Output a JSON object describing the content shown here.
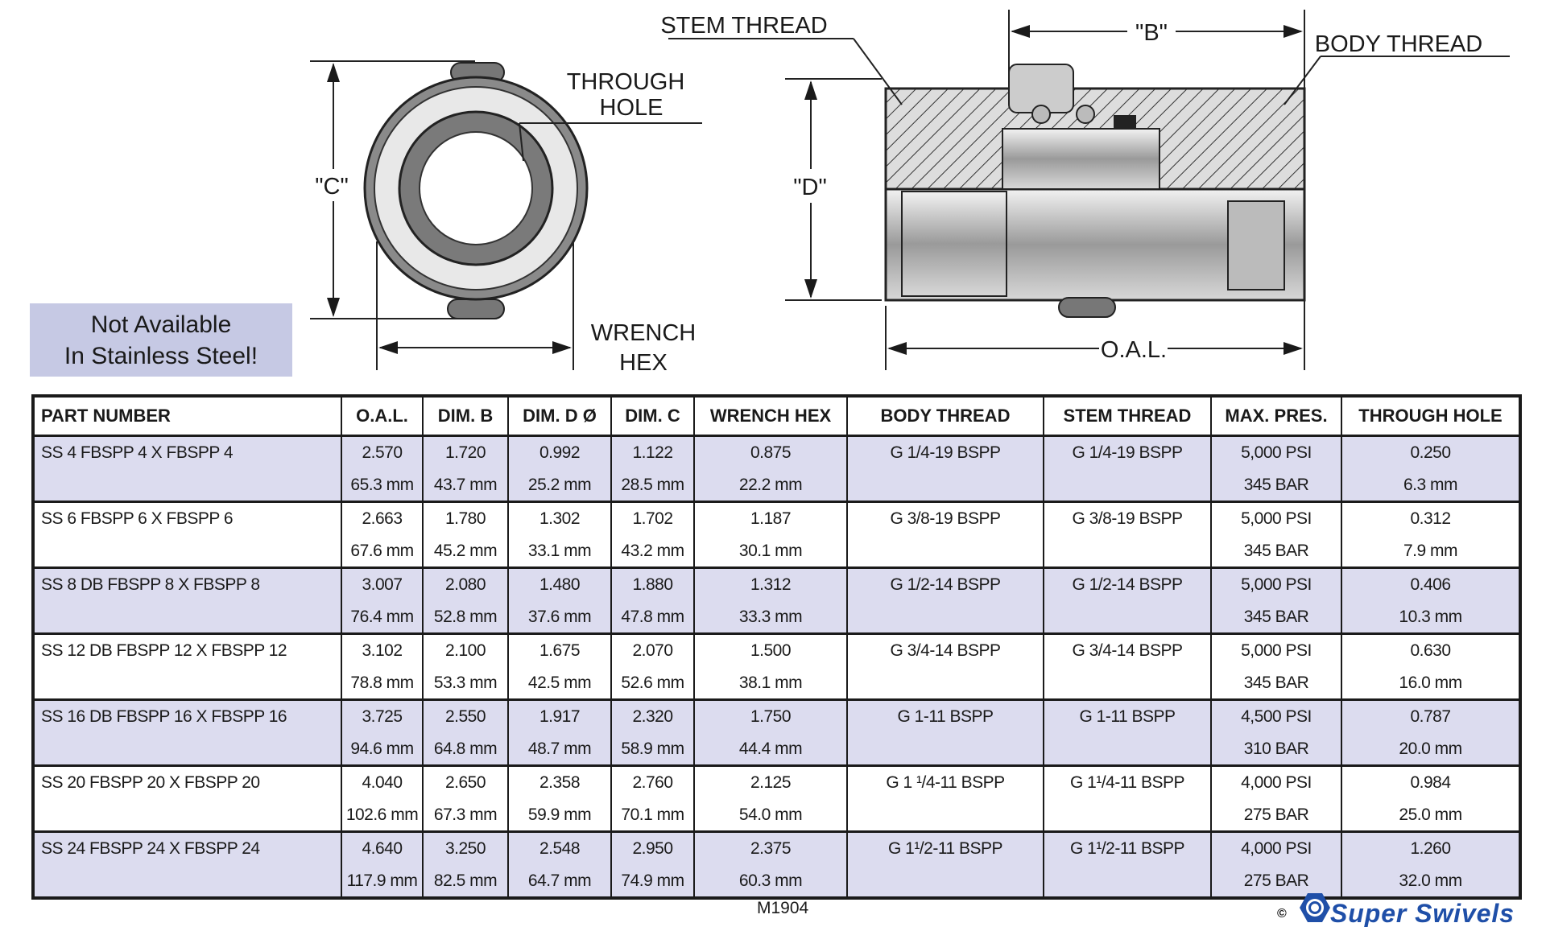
{
  "drawing_labels": {
    "dim_c": "\"C\"",
    "through_hole_1": "THROUGH",
    "through_hole_2": "HOLE",
    "wrench_hex_1": "WRENCH",
    "wrench_hex_2": "HEX",
    "stem_thread": "STEM THREAD",
    "dim_b": "\"B\"",
    "body_thread": "BODY THREAD",
    "dim_d": "\"D\"",
    "oal": "O.A.L."
  },
  "notice": {
    "line1": "Not Available",
    "line2": "In Stainless Steel!"
  },
  "table": {
    "headers": [
      "PART NUMBER",
      "O.A.L.",
      "DIM. B",
      "DIM. D Ø",
      "DIM. C",
      "WRENCH HEX",
      "BODY THREAD",
      "STEM THREAD",
      "MAX. PRES.",
      "THROUGH HOLE"
    ],
    "rows": [
      {
        "part": "SS 4 FBSPP 4 X FBSPP 4",
        "oal": [
          "2.570",
          "65.3 mm"
        ],
        "b": [
          "1.720",
          "43.7 mm"
        ],
        "d": [
          "0.992",
          "25.2 mm"
        ],
        "c": [
          "1.122",
          "28.5 mm"
        ],
        "hex": [
          "0.875",
          "22.2 mm"
        ],
        "body": "G 1/4-19 BSPP",
        "stem": "G 1/4-19 BSPP",
        "pres": [
          "5,000 PSI",
          "345 BAR"
        ],
        "hole": [
          "0.250",
          "6.3 mm"
        ]
      },
      {
        "part": "SS 6 FBSPP 6 X FBSPP 6",
        "oal": [
          "2.663",
          "67.6 mm"
        ],
        "b": [
          "1.780",
          "45.2 mm"
        ],
        "d": [
          "1.302",
          "33.1 mm"
        ],
        "c": [
          "1.702",
          "43.2 mm"
        ],
        "hex": [
          "1.187",
          "30.1 mm"
        ],
        "body": "G 3/8-19 BSPP",
        "stem": "G 3/8-19 BSPP",
        "pres": [
          "5,000 PSI",
          "345 BAR"
        ],
        "hole": [
          "0.312",
          "7.9 mm"
        ]
      },
      {
        "part": "SS 8 DB FBSPP 8 X FBSPP 8",
        "oal": [
          "3.007",
          "76.4 mm"
        ],
        "b": [
          "2.080",
          "52.8 mm"
        ],
        "d": [
          "1.480",
          "37.6 mm"
        ],
        "c": [
          "1.880",
          "47.8 mm"
        ],
        "hex": [
          "1.312",
          "33.3 mm"
        ],
        "body": "G 1/2-14 BSPP",
        "stem": "G 1/2-14 BSPP",
        "pres": [
          "5,000 PSI",
          "345 BAR"
        ],
        "hole": [
          "0.406",
          "10.3 mm"
        ]
      },
      {
        "part": "SS 12 DB FBSPP 12 X FBSPP 12",
        "oal": [
          "3.102",
          "78.8 mm"
        ],
        "b": [
          "2.100",
          "53.3 mm"
        ],
        "d": [
          "1.675",
          "42.5 mm"
        ],
        "c": [
          "2.070",
          "52.6 mm"
        ],
        "hex": [
          "1.500",
          "38.1 mm"
        ],
        "body": "G 3/4-14 BSPP",
        "stem": "G 3/4-14 BSPP",
        "pres": [
          "5,000 PSI",
          "345 BAR"
        ],
        "hole": [
          "0.630",
          "16.0 mm"
        ]
      },
      {
        "part": "SS 16 DB FBSPP 16 X FBSPP 16",
        "oal": [
          "3.725",
          "94.6 mm"
        ],
        "b": [
          "2.550",
          "64.8 mm"
        ],
        "d": [
          "1.917",
          "48.7 mm"
        ],
        "c": [
          "2.320",
          "58.9 mm"
        ],
        "hex": [
          "1.750",
          "44.4 mm"
        ],
        "body": "G 1-11 BSPP",
        "stem": "G 1-11 BSPP",
        "pres": [
          "4,500 PSI",
          "310 BAR"
        ],
        "hole": [
          "0.787",
          "20.0 mm"
        ]
      },
      {
        "part": "SS 20 FBSPP 20 X FBSPP 20",
        "oal": [
          "4.040",
          "102.6 mm"
        ],
        "b": [
          "2.650",
          "67.3 mm"
        ],
        "d": [
          "2.358",
          "59.9 mm"
        ],
        "c": [
          "2.760",
          "70.1 mm"
        ],
        "hex": [
          "2.125",
          "54.0 mm"
        ],
        "body": "G 1 ¹/4-11 BSPP",
        "stem": "G 1¹/4-11 BSPP",
        "pres": [
          "4,000 PSI",
          "275 BAR"
        ],
        "hole": [
          "0.984",
          "25.0 mm"
        ]
      },
      {
        "part": "SS 24 FBSPP 24 X FBSPP 24",
        "oal": [
          "4.640",
          "117.9 mm"
        ],
        "b": [
          "3.250",
          "82.5 mm"
        ],
        "d": [
          "2.548",
          "64.7 mm"
        ],
        "c": [
          "2.950",
          "74.9 mm"
        ],
        "hex": [
          "2.375",
          "60.3 mm"
        ],
        "body": "G 1¹/2-11 BSPP",
        "stem": "G 1¹/2-11 BSPP",
        "pres": [
          "4,000 PSI",
          "275 BAR"
        ],
        "hole": [
          "1.260",
          "32.0 mm"
        ]
      }
    ]
  },
  "drawing_code": "M1904",
  "logo": {
    "text": "Super Swivels",
    "copyright": "©",
    "color": "#1f4fa8"
  },
  "colors": {
    "shade": "#dcdcef",
    "notice_bg": "#c6c9e4"
  }
}
